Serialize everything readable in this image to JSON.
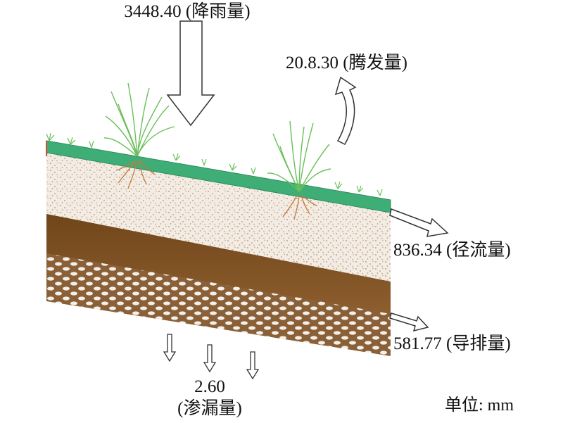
{
  "labels": {
    "rainfall": "3448.40 (降雨量)",
    "evaporation": "20.8.30 (腾发量)",
    "runoff": "836.34 (径流量)",
    "drainage": "581.77 (导排量)",
    "seepage_value": "2.60",
    "seepage_name": "(渗漏量)",
    "unit": "单位: mm"
  },
  "colors": {
    "vegetation_layer": "#3fae76",
    "soil_layer": "#f3ece4",
    "soil_speckle": "#b6895f",
    "drainage_layer": "#7a4f23",
    "gravel_layer": "#8a6038",
    "grass": "#6abf5a",
    "roots": "#c47a3a",
    "arrow_stroke": "#333333"
  }
}
